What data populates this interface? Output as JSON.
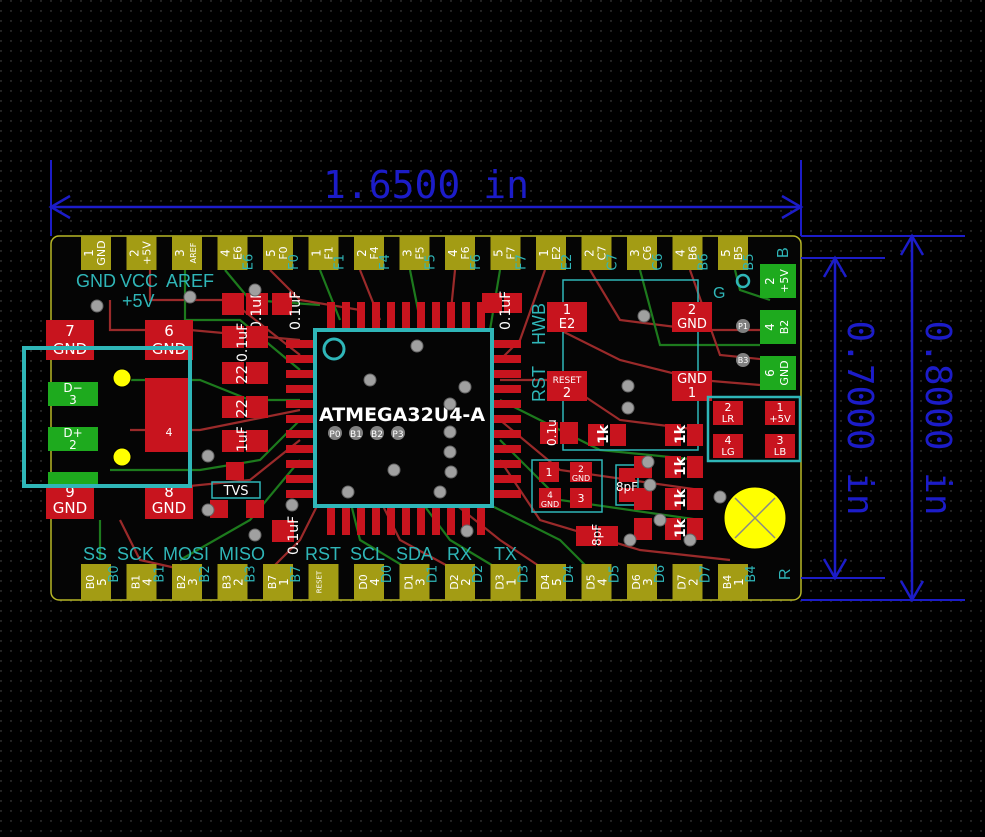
{
  "dimensions": {
    "width": "1.6500 in",
    "height_inner": "0.7000 in",
    "height_outer": "0.8000 in"
  },
  "chip": {
    "name": "ATMEGA32U4-A",
    "side_labels": [
      "RST",
      "HWB"
    ],
    "test_pads": [
      "P0",
      "B1",
      "B2",
      "P3"
    ]
  },
  "top_header": {
    "pins": [
      {
        "num": "1",
        "net": "GND",
        "ref": ""
      },
      {
        "num": "2",
        "net": "+5V",
        "ref": ""
      },
      {
        "num": "3",
        "net": "AREF",
        "ref": ""
      },
      {
        "num": "4",
        "net": "E6",
        "ref": "E6"
      },
      {
        "num": "5",
        "net": "F0",
        "ref": "F0"
      },
      {
        "num": "1",
        "net": "F1",
        "ref": "F1"
      },
      {
        "num": "2",
        "net": "F4",
        "ref": "F4"
      },
      {
        "num": "3",
        "net": "F5",
        "ref": "F5"
      },
      {
        "num": "4",
        "net": "F6",
        "ref": "F6"
      },
      {
        "num": "5",
        "net": "F7",
        "ref": "F7"
      },
      {
        "num": "1",
        "net": "E2",
        "ref": "E2"
      },
      {
        "num": "2",
        "net": "C7",
        "ref": "C7"
      },
      {
        "num": "3",
        "net": "C6",
        "ref": "C6"
      },
      {
        "num": "4",
        "net": "B6",
        "ref": "B6"
      },
      {
        "num": "5",
        "net": "B5",
        "ref": "B5"
      }
    ],
    "labels": [
      "GND",
      "VCC",
      "AREF",
      "+5V"
    ]
  },
  "bottom_header": {
    "pins": [
      {
        "num": "5",
        "net": "B0",
        "ref": "B0"
      },
      {
        "num": "4",
        "net": "B1",
        "ref": "B1"
      },
      {
        "num": "3",
        "net": "B2",
        "ref": "B2"
      },
      {
        "num": "2",
        "net": "B3",
        "ref": "B3"
      },
      {
        "num": "1",
        "net": "B7",
        "ref": "B7"
      },
      {
        "num": "",
        "net": "RESET",
        "ref": ""
      },
      {
        "num": "4",
        "net": "D0",
        "ref": "D0"
      },
      {
        "num": "3",
        "net": "D1",
        "ref": "D1"
      },
      {
        "num": "2",
        "net": "D2",
        "ref": "D2"
      },
      {
        "num": "1",
        "net": "D3",
        "ref": "D3"
      },
      {
        "num": "5",
        "net": "D4",
        "ref": "D4"
      },
      {
        "num": "4",
        "net": "D5",
        "ref": "D5"
      },
      {
        "num": "3",
        "net": "D6",
        "ref": "D6"
      },
      {
        "num": "2",
        "net": "D7",
        "ref": "D7"
      },
      {
        "num": "1",
        "net": "B4",
        "ref": "B4"
      }
    ],
    "labels": [
      "SS",
      "SCK",
      "MOSI",
      "MISO",
      "RST",
      "SCL",
      "SDA",
      "RX",
      "TX"
    ]
  },
  "usb": {
    "pads": [
      {
        "num": "7",
        "net": "GND"
      },
      {
        "num": "6",
        "net": "GND"
      },
      {
        "num": "3",
        "net": "D−"
      },
      {
        "num": "2",
        "net": "D+"
      },
      {
        "num": "9",
        "net": "GND"
      },
      {
        "num": "8",
        "net": "GND"
      },
      {
        "num": "4",
        "net": ""
      }
    ]
  },
  "right_header": {
    "pads": [
      {
        "num": "2",
        "net": "+5V"
      },
      {
        "num": "4",
        "net": "B2"
      },
      {
        "num": "6",
        "net": "GND"
      }
    ],
    "refs": [
      "P1",
      "B3"
    ]
  },
  "led_pads": [
    {
      "num": "2",
      "net": "LR"
    },
    {
      "num": "1",
      "net": "+5V"
    },
    {
      "num": "4",
      "net": "LG"
    },
    {
      "num": "3",
      "net": "LB"
    }
  ],
  "buttons": [
    {
      "num": "1",
      "net": "E2"
    },
    {
      "num": "2",
      "net": "GND"
    },
    {
      "num": "2",
      "net": "RESET"
    },
    {
      "num": "GND",
      "net": "1"
    }
  ],
  "crystal_pads": [
    {
      "num": "1",
      "net": ""
    },
    {
      "num": "2",
      "net": "GND"
    },
    {
      "num": "4",
      "net": "GND"
    },
    {
      "num": "3",
      "net": ""
    }
  ],
  "component_values": {
    "cap_01": "0.1uF",
    "res_22": "22",
    "cap_1u": "1uF",
    "tvs": "TVS",
    "cap_8p": "8pF",
    "res_1k": "1k",
    "cap_01s": "0.1u"
  },
  "edge_letters": [
    "G",
    "B",
    "R"
  ],
  "colors": {
    "board_edge": "#b7b726",
    "copper_pad": "#c8141e",
    "trace_red": "#9a2a2a",
    "trace_green": "#1d7a1d",
    "silkscreen": "#2fb6b8",
    "dimension": "#1c1cc8",
    "header_pad": "#a39c14",
    "green_pad": "#1eaa1e",
    "via": "#a0a0a0",
    "led_yellow": "#ffff00"
  }
}
